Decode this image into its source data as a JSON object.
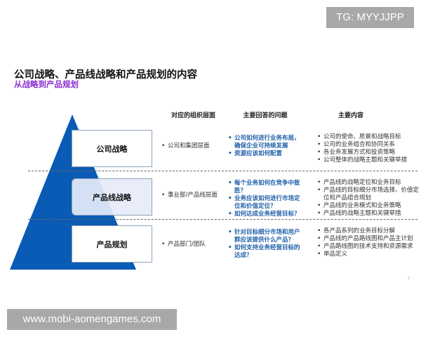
{
  "watermark_top": "TG: MYYJJPP",
  "watermark_bottom": "www.mobi-aomengames.com",
  "title": "公司战略、产品线战略和产品规划的内容",
  "subtitle": "从战略到产品规划",
  "colors": {
    "pyramid": "#0a5bb5",
    "subtitle": "#8b2fd1",
    "question_text": "#1f5fa8"
  },
  "headers": {
    "org_level": "对应的组织层面",
    "questions": "主要回答的问题",
    "content": "主要内容"
  },
  "tiers": [
    {
      "label": "公司战略",
      "org_level": [
        "公司和集团层面"
      ],
      "questions": [
        "公司如何进行业务布局，确保企业可持续发展",
        "资源应该如何配置"
      ],
      "content": [
        "公司的使命、愿景和战略目标",
        "公司的业务组合和协同关系",
        "各业务发展方式和投资策略",
        "公司整体的战略主题和关键举措"
      ]
    },
    {
      "label": "产品线战略",
      "org_level": [
        "事业部/产品线层面"
      ],
      "questions": [
        "每个业务如何在竞争中致胜？",
        "业务应该如何进行市场定位和价值定位？",
        "如何达成业务经营目标？"
      ],
      "content": [
        "产品线的战略定位和业务目标",
        "产品线的目标细分市场选择、价值定位和产品组合规划",
        "产品线的业务模式和业务策略",
        "产品线的战略主题和关键举措"
      ]
    },
    {
      "label": "产品规划",
      "org_level": [
        "产品部门/团队"
      ],
      "questions": [
        "针对目标细分市场和用户群应该提供什么产品？",
        "如何支持业务经营目标的达成？"
      ],
      "content": [
        "各产品系列的业务目标分解",
        "产品线的产品路线图和产品主计划",
        "产品路线图的技术支持和资源需求",
        "单品定义"
      ]
    }
  ],
  "page_number": "2"
}
